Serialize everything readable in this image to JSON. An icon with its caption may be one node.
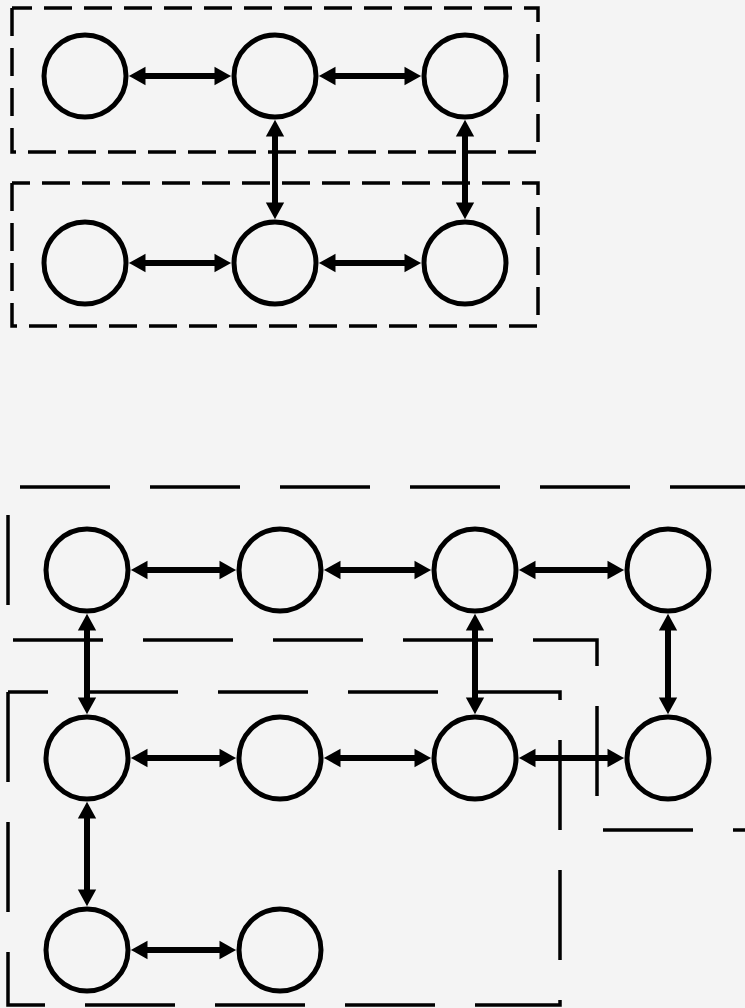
{
  "diagram": {
    "nodes": [
      {
        "text": [],
        "shape": "box"
      },
      {
        "text": [],
        "shape": "circle",
        "in": 0
      },
      {
        "text": [],
        "shape": "circle",
        "in": 0
      },
      {
        "text": [],
        "shape": "circle",
        "in": 0
      },
      {
        "text": [],
        "shape": "box"
      },
      {
        "text": [],
        "shape": "circle",
        "in": 4
      },
      {
        "text": [],
        "shape": "circle",
        "in": 4
      },
      {
        "text": [],
        "shape": "circle",
        "in": 4
      },
      {
        "text": [],
        "shape": "box"
      },
      {
        "text": [],
        "shape": "circle",
        "in": 8
      },
      {
        "text": [],
        "shape": "circle",
        "in": 8
      },
      {
        "text": [],
        "shape": "circle",
        "in": 8
      },
      {
        "text": [],
        "shape": "circle",
        "in": 8
      },
      {
        "text": [],
        "shape": "circle",
        "in": 8
      },
      {
        "text": [],
        "shape": "box"
      },
      {
        "text": [],
        "shape": "circle"
      },
      {
        "text": [],
        "shape": "circle"
      },
      {
        "text": [],
        "shape": "circle"
      },
      {
        "text": [],
        "shape": "circle",
        "in": 14
      },
      {
        "text": [],
        "shape": "circle",
        "in": 14
      }
    ],
    "edges": [
      {
        "from": 1,
        "to": 2,
        "arrow": "both"
      },
      {
        "from": 2,
        "to": 3,
        "arrow": "both"
      },
      {
        "from": 2,
        "to": 6,
        "arrow": "both"
      },
      {
        "from": 3,
        "to": 7,
        "arrow": "both"
      },
      {
        "from": 5,
        "to": 6,
        "arrow": "both"
      },
      {
        "from": 6,
        "to": 7,
        "arrow": "both"
      },
      {
        "from": 9,
        "to": 10,
        "arrow": "both"
      },
      {
        "from": 10,
        "to": 11,
        "arrow": "both"
      },
      {
        "from": 11,
        "to": 12,
        "arrow": "both"
      },
      {
        "from": 9,
        "to": 15,
        "arrow": "both"
      },
      {
        "from": 11,
        "to": 17,
        "arrow": "both"
      },
      {
        "from": 12,
        "to": 13,
        "arrow": "both"
      },
      {
        "from": 15,
        "to": 16,
        "arrow": "both"
      },
      {
        "from": 16,
        "to": 17,
        "arrow": "both"
      },
      {
        "from": 17,
        "to": 13,
        "arrow": "both"
      },
      {
        "from": 15,
        "to": 18,
        "arrow": "both"
      },
      {
        "from": 18,
        "to": 19,
        "arrow": "both"
      }
    ]
  }
}
